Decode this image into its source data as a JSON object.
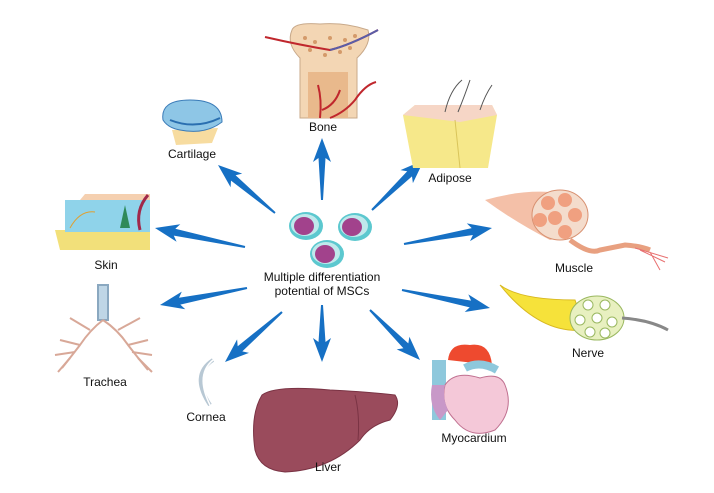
{
  "title": "Multiple differentiation potential of MSCs",
  "center": {
    "line1": "Multiple differentiation",
    "line2": "potential of MSCs"
  },
  "colors": {
    "arrow": "#1670c4",
    "cell_nucleus": "#a2428c",
    "cell_body": "#5cc8cf"
  },
  "targets": [
    {
      "id": "bone",
      "label": "Bone"
    },
    {
      "id": "adipose",
      "label": "Adipose"
    },
    {
      "id": "muscle",
      "label": "Muscle"
    },
    {
      "id": "nerve",
      "label": "Nerve"
    },
    {
      "id": "myocardium",
      "label": "Myocardium"
    },
    {
      "id": "liver",
      "label": "Liver"
    },
    {
      "id": "cornea",
      "label": "Cornea"
    },
    {
      "id": "trachea",
      "label": "Trachea"
    },
    {
      "id": "skin",
      "label": "Skin"
    },
    {
      "id": "cartilage",
      "label": "Cartilage"
    }
  ]
}
